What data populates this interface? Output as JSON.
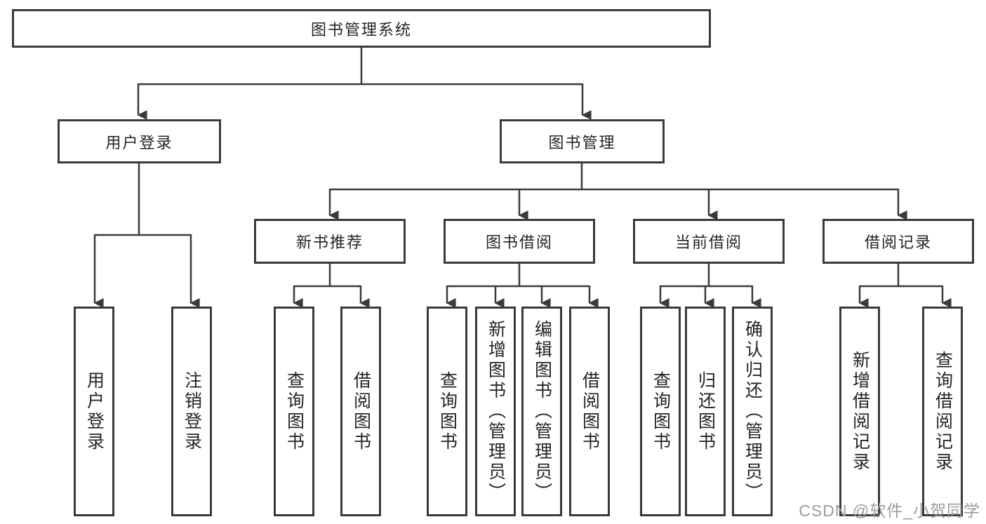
{
  "tree": {
    "label": "图书管理系统",
    "children": [
      {
        "label": "用户登录",
        "children": [
          {
            "label": "用户登录"
          },
          {
            "label": "注销登录"
          }
        ]
      },
      {
        "label": "图书管理",
        "children": [
          {
            "label": "新书推荐",
            "children": [
              {
                "label": "查询图书"
              },
              {
                "label": "借阅图书"
              }
            ]
          },
          {
            "label": "图书借阅",
            "children": [
              {
                "label": "查询图书"
              },
              {
                "label": "新增图书（管理员）"
              },
              {
                "label": "编辑图书（管理员）"
              },
              {
                "label": "借阅图书"
              }
            ]
          },
          {
            "label": "当前借阅",
            "children": [
              {
                "label": "查询图书"
              },
              {
                "label": "归还图书"
              },
              {
                "label": "确认归还（管理员）"
              }
            ]
          },
          {
            "label": "借阅记录",
            "children": [
              {
                "label": "新增借阅记录"
              },
              {
                "label": "查询借阅记录"
              }
            ]
          }
        ]
      }
    ]
  },
  "watermark": {
    "text": "CSDN @软件_小贺同学"
  },
  "colors": {
    "line": "#3a3a3a",
    "text": "#242424",
    "watermark": "#9c9c9c",
    "background": "#ffffff"
  }
}
